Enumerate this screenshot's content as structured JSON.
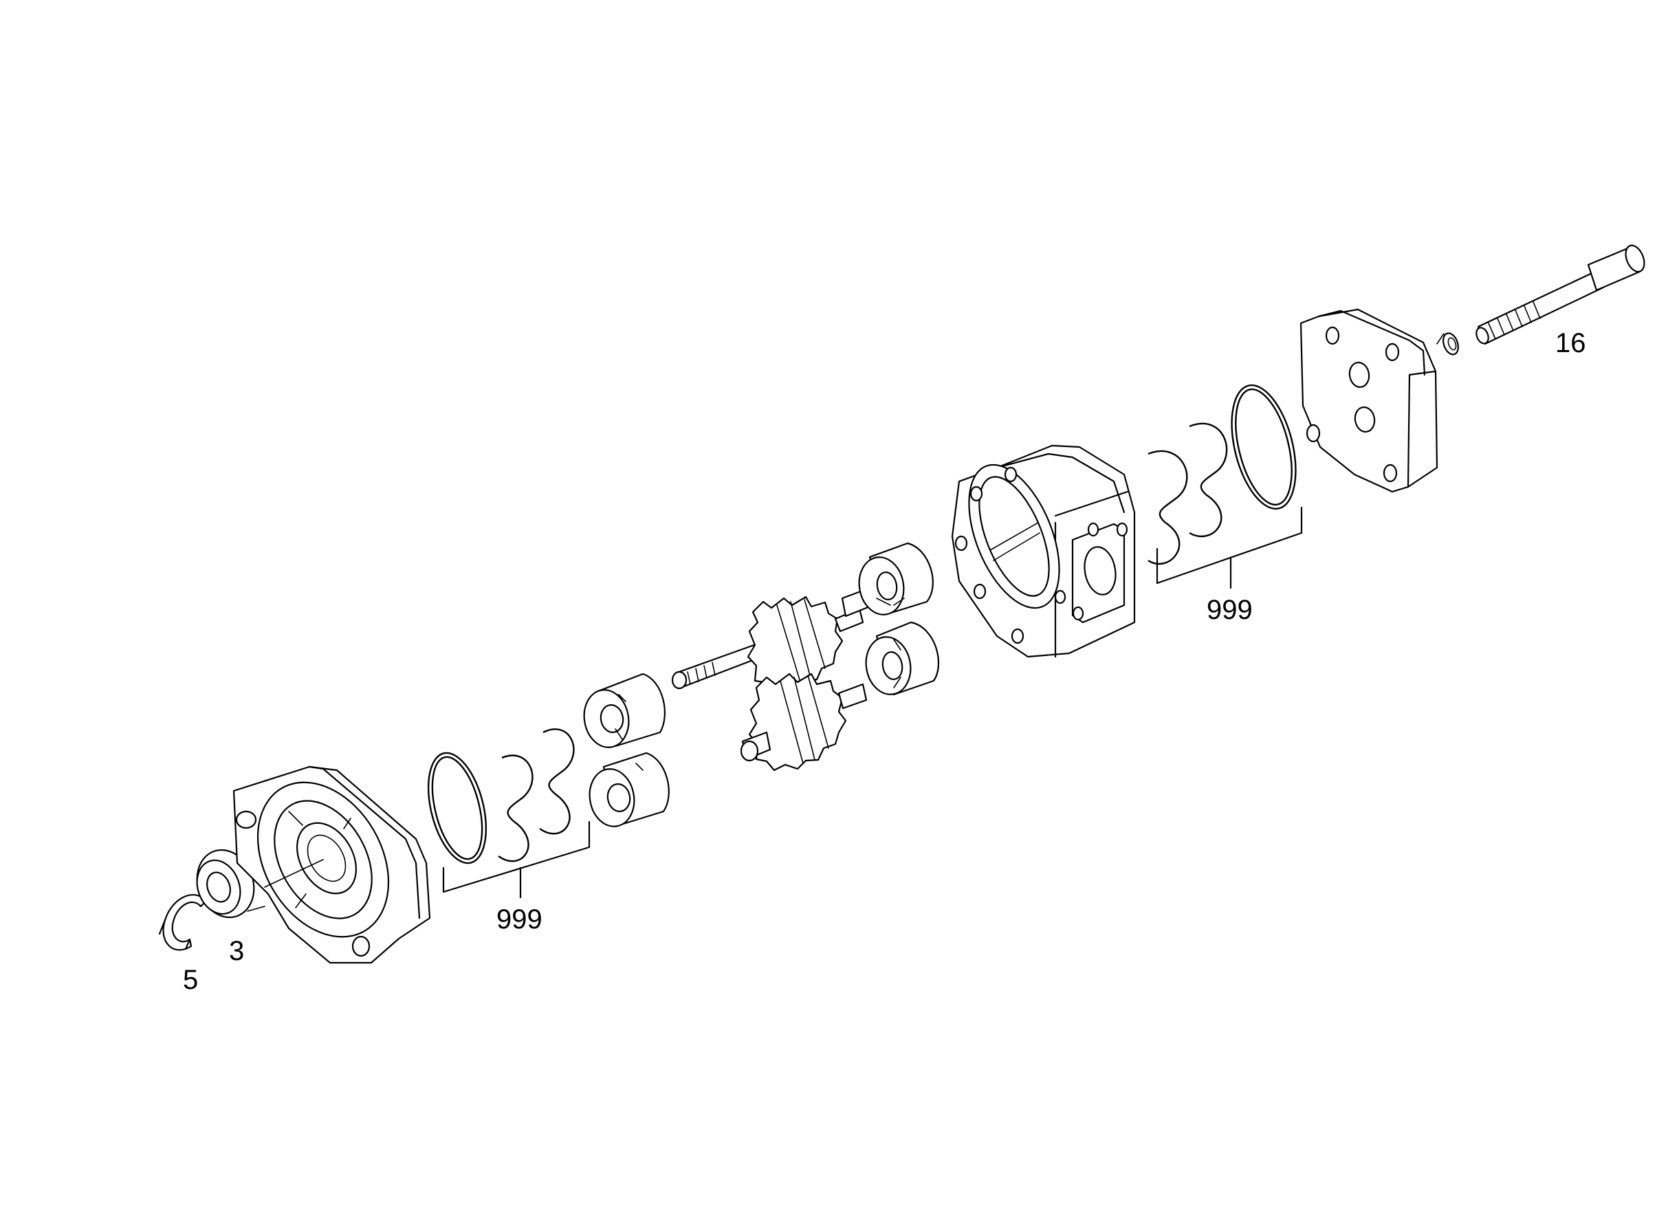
{
  "callouts": [
    {
      "id": "callout-5",
      "text": "5"
    },
    {
      "id": "callout-3",
      "text": "3"
    },
    {
      "id": "callout-999-lower",
      "text": "999"
    },
    {
      "id": "callout-999-upper",
      "text": "999"
    },
    {
      "id": "callout-16",
      "text": "16"
    }
  ],
  "colors": {
    "line": "#000000",
    "background": "#ffffff"
  }
}
